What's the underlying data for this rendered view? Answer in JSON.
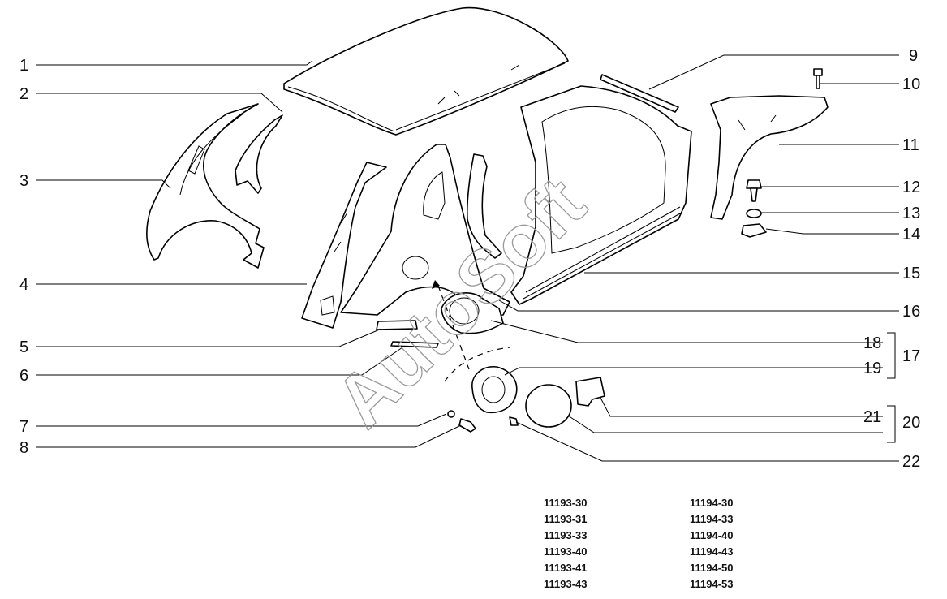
{
  "callouts_left": [
    {
      "label": "1"
    },
    {
      "label": "2"
    },
    {
      "label": "3"
    },
    {
      "label": "4"
    },
    {
      "label": "5"
    },
    {
      "label": "6"
    },
    {
      "label": "7"
    },
    {
      "label": "8"
    }
  ],
  "callouts_right": [
    {
      "label": "9"
    },
    {
      "label": "10"
    },
    {
      "label": "11"
    },
    {
      "label": "12"
    },
    {
      "label": "13"
    },
    {
      "label": "14"
    },
    {
      "label": "15"
    },
    {
      "label": "16"
    },
    {
      "label": "18"
    },
    {
      "label": "19"
    },
    {
      "label": "21"
    },
    {
      "label": "22"
    }
  ],
  "group_labels": {
    "g17": "17",
    "g20": "20"
  },
  "watermark": "AutoSoft",
  "model_codes": {
    "col1": [
      "11193-30",
      "11193-31",
      "11193-33",
      "11193-40",
      "11193-41",
      "11193-43"
    ],
    "col2": [
      "11194-30",
      "11194-33",
      "11194-40",
      "11194-43",
      "11194-50",
      "11194-53"
    ]
  }
}
